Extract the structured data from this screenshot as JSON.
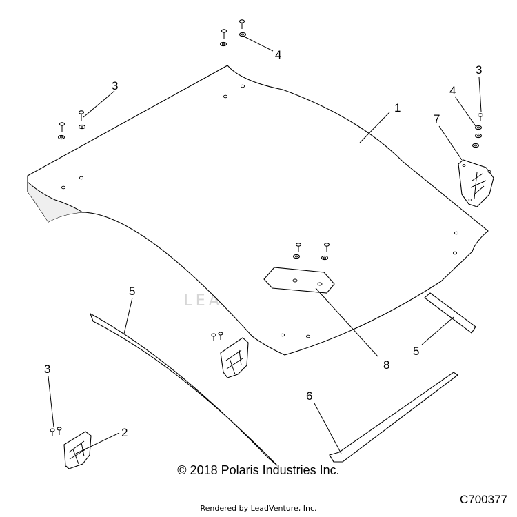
{
  "diagram": {
    "callouts": [
      "1",
      "2",
      "3",
      "3",
      "3",
      "4",
      "4",
      "5",
      "5",
      "6",
      "7",
      "8"
    ],
    "copyright": "© 2018 Polaris Industries Inc.",
    "rendered_by": "Rendered by LeadVenture, Inc.",
    "figure_code": "C700377"
  },
  "watermark": {
    "brand": "LEADVENTURE",
    "icon": "leadventure-flame-logo-icon"
  }
}
